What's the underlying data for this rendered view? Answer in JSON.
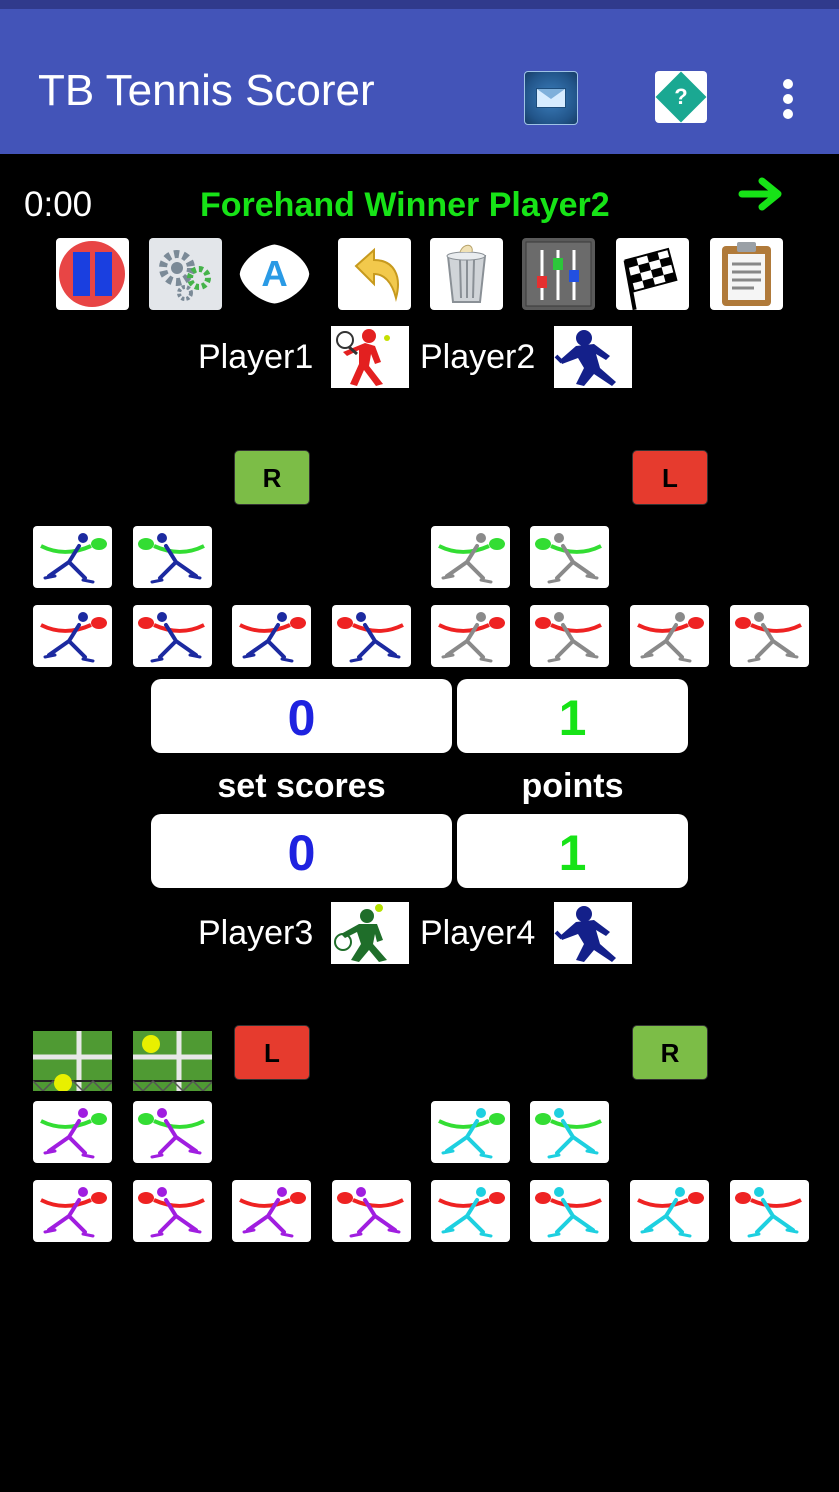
{
  "app": {
    "title": "TB Tennis Scorer",
    "actions": [
      {
        "name": "mail-icon"
      },
      {
        "name": "help-icon",
        "glyph": "?"
      },
      {
        "name": "overflow-menu-icon"
      }
    ]
  },
  "status": {
    "timer": "0:00",
    "message": "Forehand Winner Player2",
    "message_color": "#17e317"
  },
  "toolbar": {
    "icons": [
      "pause-icon",
      "settings-icon",
      "auto-icon",
      "undo-icon",
      "trash-icon",
      "mixer-icon",
      "checkered-flag-icon",
      "clipboard-icon"
    ],
    "auto_glyph": "A"
  },
  "team1": {
    "player1": "Player1",
    "player2": "Player2",
    "player1_side": "R",
    "player2_side": "L"
  },
  "scores": {
    "team1_sets": "0",
    "team1_points": "1",
    "team2_sets": "0",
    "team2_points": "1",
    "set_label": "set scores",
    "points_label": "points",
    "colors": {
      "sets": "#1e22e0",
      "points": "#17e317"
    }
  },
  "team2": {
    "player3": "Player3",
    "player4": "Player4",
    "player3_side": "L",
    "player4_side": "R"
  },
  "stroke_colors": {
    "player1": "#1c2aa0",
    "player2": "#8a8a8a",
    "player3": "#a01ee0",
    "player4": "#1ed0e0",
    "racket_forehand": "#33dd33",
    "racket_backhand": "#ee2222"
  }
}
